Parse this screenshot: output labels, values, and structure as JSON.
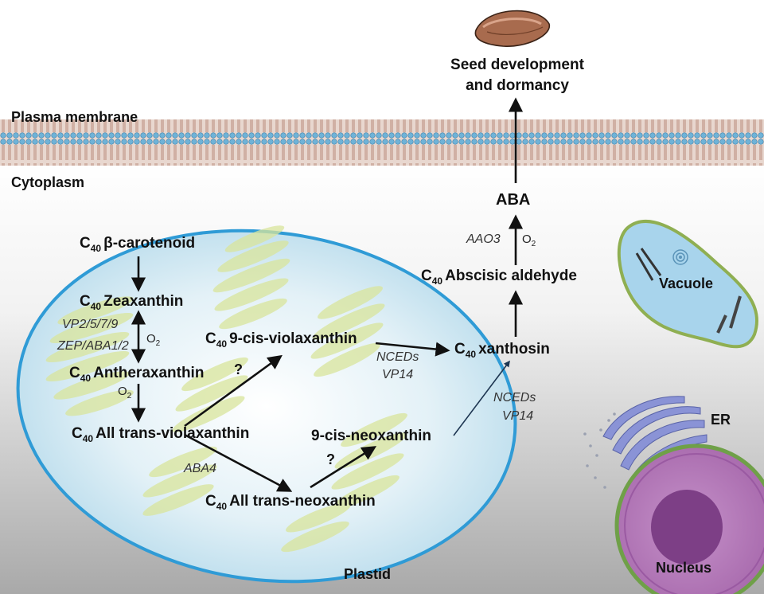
{
  "outcome": {
    "line1": "Seed development",
    "line2": "and dormancy"
  },
  "compartments": {
    "plasma_membrane": "Plasma membrane",
    "cytoplasm": "Cytoplasm",
    "plastid": "Plastid",
    "vacuole": "Vacuole",
    "er": "ER",
    "nucleus": "Nucleus"
  },
  "molecules": {
    "c40": "C",
    "c40_sub": "40",
    "beta_carotenoid": "β-carotenoid",
    "zeaxanthin": "Zeaxanthin",
    "antheraxanthin": "Antheraxanthin",
    "all_trans_violaxanthin": "All trans-violaxanthin",
    "all_trans_neoxanthin": "All trans-neoxanthin",
    "cis_violaxanthin": "9-cis-violaxanthin",
    "cis_neoxanthin": "9-cis-neoxanthin",
    "xanthosin": "xanthosin",
    "abscisic_aldehyde": "Abscisic aldehyde",
    "aba": "ABA"
  },
  "enzymes": {
    "vp": "VP2/5/7/9",
    "zep": "ZEP/ABA1/2",
    "aba4": "ABA4",
    "nceds": "NCEDs",
    "vp14": "VP14",
    "aao3": "AAO3"
  },
  "cofactor": {
    "o": "O",
    "sub": "2"
  },
  "unknown_mark": "?"
}
